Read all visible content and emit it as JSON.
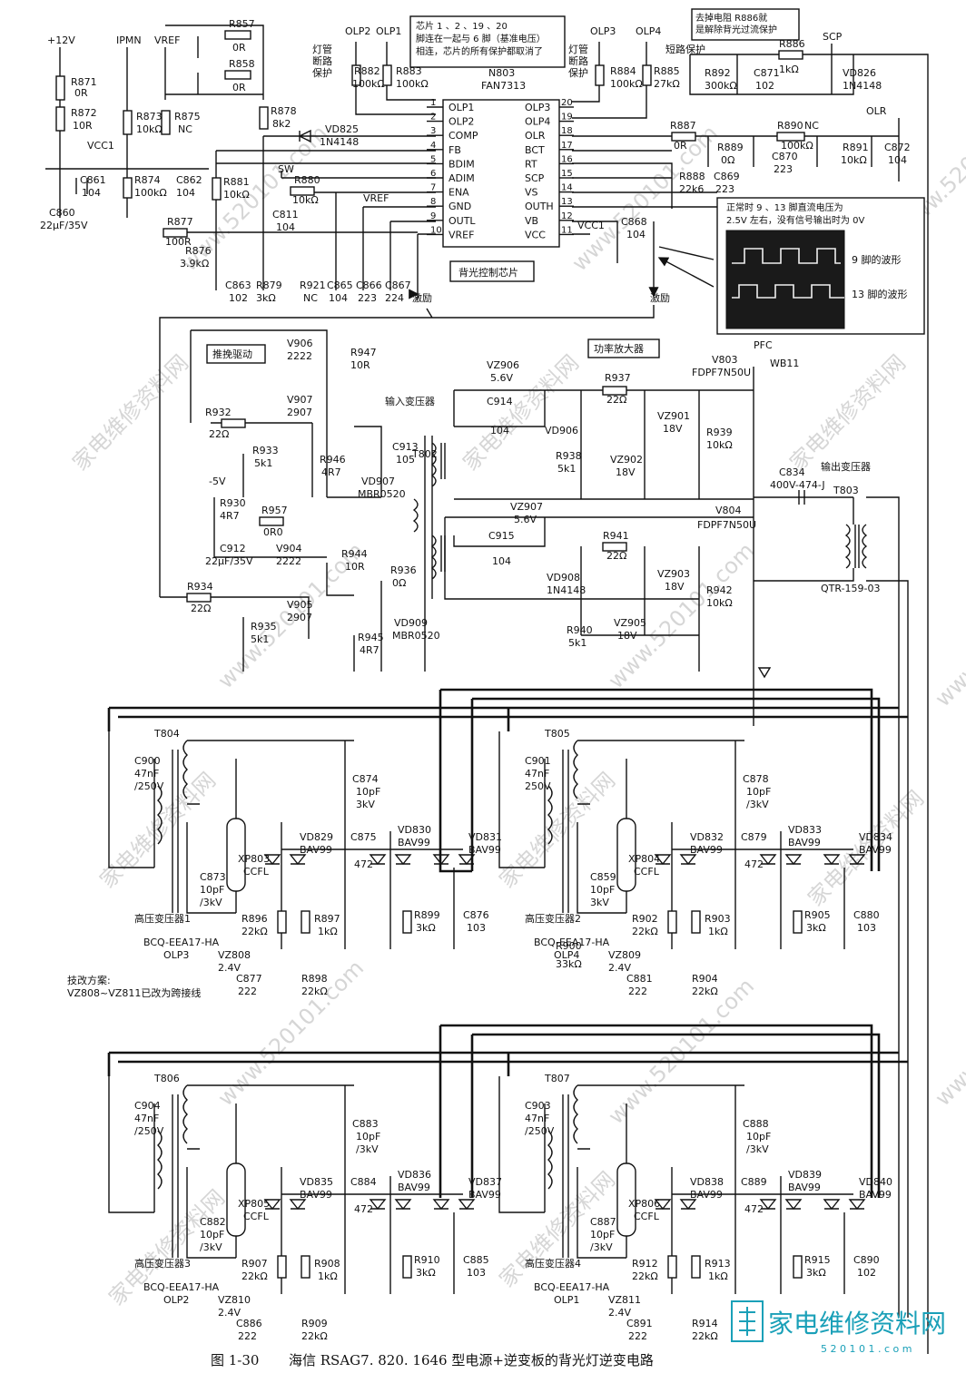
{
  "caption": {
    "fig": "图 1-30",
    "text": "海信 RSAG7. 820. 1646 型电源+逆变板的背光灯逆变电路"
  },
  "watermark": {
    "site_text": "家电维修资料网",
    "url": "www.520101.com",
    "logo_text": "家电维修资料网",
    "logo_url": "5 2 0 1 0 1 . c o m"
  },
  "ic": {
    "ref": "N803",
    "part": "FAN7313",
    "left_pins": [
      {
        "n": "1",
        "name": "OLP1"
      },
      {
        "n": "2",
        "name": "OLP2"
      },
      {
        "n": "3",
        "name": "COMP"
      },
      {
        "n": "4",
        "name": "FB"
      },
      {
        "n": "5",
        "name": "BDIM"
      },
      {
        "n": "6",
        "name": "ADIM"
      },
      {
        "n": "7",
        "name": "ENA"
      },
      {
        "n": "8",
        "name": "GND"
      },
      {
        "n": "9",
        "name": "OUTL"
      },
      {
        "n": "10",
        "name": "VREF"
      }
    ],
    "right_pins": [
      {
        "n": "20",
        "name": "OLP3"
      },
      {
        "n": "19",
        "name": "OLP4"
      },
      {
        "n": "18",
        "name": "OLR"
      },
      {
        "n": "17",
        "name": "BCT"
      },
      {
        "n": "16",
        "name": "RT"
      },
      {
        "n": "15",
        "name": "SCP"
      },
      {
        "n": "14",
        "name": "VS"
      },
      {
        "n": "13",
        "name": "OUTH"
      },
      {
        "n": "12",
        "name": "VB"
      },
      {
        "n": "11",
        "name": "VCC"
      }
    ],
    "label": "背光控制芯片"
  },
  "notes": {
    "chip_note": "芯片 1 、2 、19 、20 脚连在一起与 6 脚（基准电压）相连，芯片的所有保护都取消了",
    "r886_note": "去掉电阻 R886就是解除背光过流保护",
    "short_protect": "短路保护",
    "wave_note": "正常时 9 、13 脚直流电压为 2.5V 左右，没有信号输出时为 0V",
    "wave9": "9 脚的波形",
    "wave13": "13 脚的波形",
    "lamp_open_left": "灯管断路保护",
    "lamp_open_right": "灯管断路保护",
    "excite1": "激励",
    "excite2": "激励",
    "pushpull": "推挽驱动",
    "power_amp": "功率放大器",
    "input_tf": "输入变压器",
    "output_tf": "输出变压器",
    "mod_title": "技改方案:",
    "mod_text": "VZ808~VZ811已改为跨接线"
  },
  "nets": {
    "p12v": "+12V",
    "ipmn": "IPMN",
    "vref": "VREF",
    "vcc1": "VCC1",
    "sw": "SW",
    "olp1": "OLP1",
    "olp2": "OLP2",
    "olp3": "OLP3",
    "olp4": "OLP4",
    "scp": "SCP",
    "olr": "OLR",
    "vref2": "VREF",
    "vcc1b": "VCC1",
    "pfc": "PFC",
    "m5v": "-5V"
  },
  "components": {
    "r857": [
      "R857",
      "0R"
    ],
    "r858": [
      "R858",
      "0R"
    ],
    "r871": [
      "R871",
      "0R"
    ],
    "r872": [
      "R872",
      "10R"
    ],
    "r873": [
      "R873",
      "10kΩ"
    ],
    "r875": [
      "R875",
      "NC"
    ],
    "r878": [
      "R878",
      "8k2"
    ],
    "c861": [
      "C861",
      "104"
    ],
    "r874": [
      "R874",
      "100kΩ"
    ],
    "c862": [
      "C862",
      "104"
    ],
    "c860": [
      "C860",
      "22μF/35V"
    ],
    "vd825": [
      "VD825",
      "1N4148"
    ],
    "r881": [
      "R881",
      "10kΩ"
    ],
    "r880": [
      "R880",
      "10kΩ"
    ],
    "c811": [
      "C811",
      "104"
    ],
    "r877": [
      "R877",
      "100R"
    ],
    "r876": [
      "R876",
      "3.9kΩ"
    ],
    "c863": [
      "C863",
      "102"
    ],
    "r879": [
      "R879",
      "3kΩ"
    ],
    "r921": [
      "R921",
      "NC"
    ],
    "c865": [
      "C865",
      "104"
    ],
    "c866": [
      "C866",
      "223"
    ],
    "c867": [
      "C867",
      "224"
    ],
    "r882": [
      "R882",
      "100kΩ"
    ],
    "r883": [
      "R883",
      "100kΩ"
    ],
    "r884": [
      "R884",
      "100kΩ"
    ],
    "r885": [
      "R885",
      "27kΩ"
    ],
    "r892": [
      "R892",
      "300kΩ"
    ],
    "c871": [
      "C871",
      "102"
    ],
    "r886": [
      "R886",
      "1kΩ"
    ],
    "vd826": [
      "VD826",
      "1N4148"
    ],
    "r887": [
      "R887",
      "0R"
    ],
    "r890": [
      "R890",
      "NC"
    ],
    "r889": [
      "R889",
      "0Ω"
    ],
    "c870": [
      "C870",
      "223"
    ],
    "r890v": "100kΩ",
    "r891": [
      "R891",
      "10kΩ"
    ],
    "c872": [
      "C872",
      "104"
    ],
    "r888": [
      "R888",
      "22k6"
    ],
    "c869": [
      "C869",
      "223"
    ],
    "c868": [
      "C868",
      "104"
    ],
    "v906": [
      "V906",
      "2222"
    ],
    "v907": [
      "V907",
      "2907"
    ],
    "r947": [
      "R947",
      "10R"
    ],
    "r932": [
      "R932",
      "22Ω"
    ],
    "r933": [
      "R933",
      "5k1"
    ],
    "r946": [
      "R946",
      "4R7"
    ],
    "vd907": [
      "VD907",
      "MBR0520"
    ],
    "c913": [
      "C913",
      "105"
    ],
    "r930": [
      "R930",
      "4R7"
    ],
    "r957": [
      "R957",
      "0R0"
    ],
    "c912": [
      "C912",
      "22μF/35V"
    ],
    "v904": [
      "V904",
      "2222"
    ],
    "v905": [
      "V905",
      "2907"
    ],
    "r944": [
      "R944",
      "10R"
    ],
    "r936": [
      "R936",
      "0Ω"
    ],
    "r934": [
      "R934",
      "22Ω"
    ],
    "r935": [
      "R935",
      "5k1"
    ],
    "r945": [
      "R945",
      "4R7"
    ],
    "vd909": [
      "VD909",
      "MBR0520"
    ],
    "t802": "T802",
    "vz906": [
      "VZ906",
      "5.6V"
    ],
    "c914": [
      "C914",
      "104"
    ],
    "r937": [
      "R937",
      "22Ω"
    ],
    "vd906": [
      "VD906"
    ],
    "vz901": [
      "VZ901",
      "18V"
    ],
    "r938": [
      "R938",
      "5k1"
    ],
    "vz902": [
      "VZ902",
      "18V"
    ],
    "r939": [
      "R939",
      "10kΩ"
    ],
    "v803": [
      "V803",
      "FDPF7N50U"
    ],
    "wb11": "WB11",
    "vz907": [
      "VZ907",
      "5.6V"
    ],
    "c915": [
      "C915",
      "104"
    ],
    "r941": [
      "R941",
      "22Ω"
    ],
    "vd908": [
      "VD908",
      "1N4148"
    ],
    "vz903": [
      "VZ903",
      "18V"
    ],
    "r940": [
      "R940",
      "5k1"
    ],
    "vz905": [
      "VZ905",
      "18V"
    ],
    "r942": [
      "R942",
      "10kΩ"
    ],
    "v804": [
      "V804",
      "FDPF7N50U"
    ],
    "c834": [
      "C834",
      "400V-474-J"
    ],
    "t803": [
      "T803",
      "QTR-159-03"
    ]
  },
  "hv_modules": [
    {
      "t": "T804",
      "cin": [
        "C900",
        "47nF",
        "/250V"
      ],
      "chv": [
        "C874",
        "10pF",
        "3kV"
      ],
      "ccfl": [
        "XP803",
        "CCFL"
      ],
      "cl": [
        "C873",
        "10pF",
        "/3kV"
      ],
      "d1": [
        "VD829",
        "BAV99"
      ],
      "c2": [
        "C875",
        "472"
      ],
      "d2": [
        "VD830",
        "BAV99"
      ],
      "d3": [
        "VD831",
        "BAV99"
      ],
      "r1": [
        "R896",
        "22kΩ"
      ],
      "r2": [
        "R897",
        "1kΩ"
      ],
      "r3": [
        "R899",
        "3kΩ"
      ],
      "c3": [
        "C876",
        "103"
      ],
      "bcq": "BCQ-EEA17-HA",
      "vz": [
        "VZ808",
        "2.4V"
      ],
      "olp": "OLP3",
      "c4": [
        "C877",
        "222"
      ],
      "r4": [
        "R898",
        "22kΩ"
      ],
      "name": "高压变压器1"
    },
    {
      "t": "T805",
      "cin": [
        "C901",
        "47nF",
        "250V"
      ],
      "chv": [
        "C878",
        "10pF",
        "/3kV"
      ],
      "ccfl": [
        "XP804",
        "CCFL"
      ],
      "cl": [
        "C859",
        "10pF",
        "3kV"
      ],
      "d1": [
        "VD832",
        "BAV99"
      ],
      "c2": [
        "C879",
        "472"
      ],
      "d2": [
        "VD833",
        "BAV99"
      ],
      "d3": [
        "VD834",
        "BAV99"
      ],
      "r1": [
        "R902",
        "22kΩ"
      ],
      "r2": [
        "R903",
        "1kΩ"
      ],
      "r3": [
        "R905",
        "3kΩ"
      ],
      "c3": [
        "C880",
        "103"
      ],
      "bcq": "BCQ-EEA17-HA",
      "vz": [
        "VZ809",
        "2.4V"
      ],
      "olp": "OLP4",
      "c4": [
        "C881",
        "222"
      ],
      "r4": [
        "R904",
        "22kΩ"
      ],
      "name": "高压变压器2",
      "rx": [
        "R900",
        "33kΩ"
      ]
    },
    {
      "t": "T806",
      "cin": [
        "C904",
        "47nF",
        "/250V"
      ],
      "chv": [
        "C883",
        "10pF",
        "/3kV"
      ],
      "ccfl": [
        "XP805",
        "CCFL"
      ],
      "cl": [
        "C882",
        "10pF",
        "/3kV"
      ],
      "d1": [
        "VD835",
        "BAV99"
      ],
      "c2": [
        "C884",
        "472"
      ],
      "d2": [
        "VD836",
        "BAV99"
      ],
      "d3": [
        "VD837",
        "BAV99"
      ],
      "r1": [
        "R907",
        "22kΩ"
      ],
      "r2": [
        "R908",
        "1kΩ"
      ],
      "r3": [
        "R910",
        "3kΩ"
      ],
      "c3": [
        "C885",
        "103"
      ],
      "bcq": "BCQ-EEA17-HA",
      "vz": [
        "VZ810",
        "2.4V"
      ],
      "olp": "OLP2",
      "c4": [
        "C886",
        "222"
      ],
      "r4": [
        "R909",
        "22kΩ"
      ],
      "name": "高压变压器3"
    },
    {
      "t": "T807",
      "cin": [
        "C903",
        "47nF",
        "/250V"
      ],
      "chv": [
        "C888",
        "10pF",
        "/3kV"
      ],
      "ccfl": [
        "XP806",
        "CCFL"
      ],
      "cl": [
        "C887",
        "10pF",
        "/3kV"
      ],
      "d1": [
        "VD838",
        "BAV99"
      ],
      "c2": [
        "C889",
        "472"
      ],
      "d2": [
        "VD839",
        "BAV99"
      ],
      "d3": [
        "VD840",
        "BAV99"
      ],
      "r1": [
        "R912",
        "22kΩ"
      ],
      "r2": [
        "R913",
        "1kΩ"
      ],
      "r3": [
        "R915",
        "3kΩ"
      ],
      "c3": [
        "C890",
        "102"
      ],
      "bcq": "BCQ-EEA17-HA",
      "vz": [
        "VZ811",
        "2.4V"
      ],
      "olp": "OLP1",
      "c4": [
        "C891",
        "222"
      ],
      "r4": [
        "R914",
        "22kΩ"
      ],
      "name": "高压变压器4"
    }
  ]
}
